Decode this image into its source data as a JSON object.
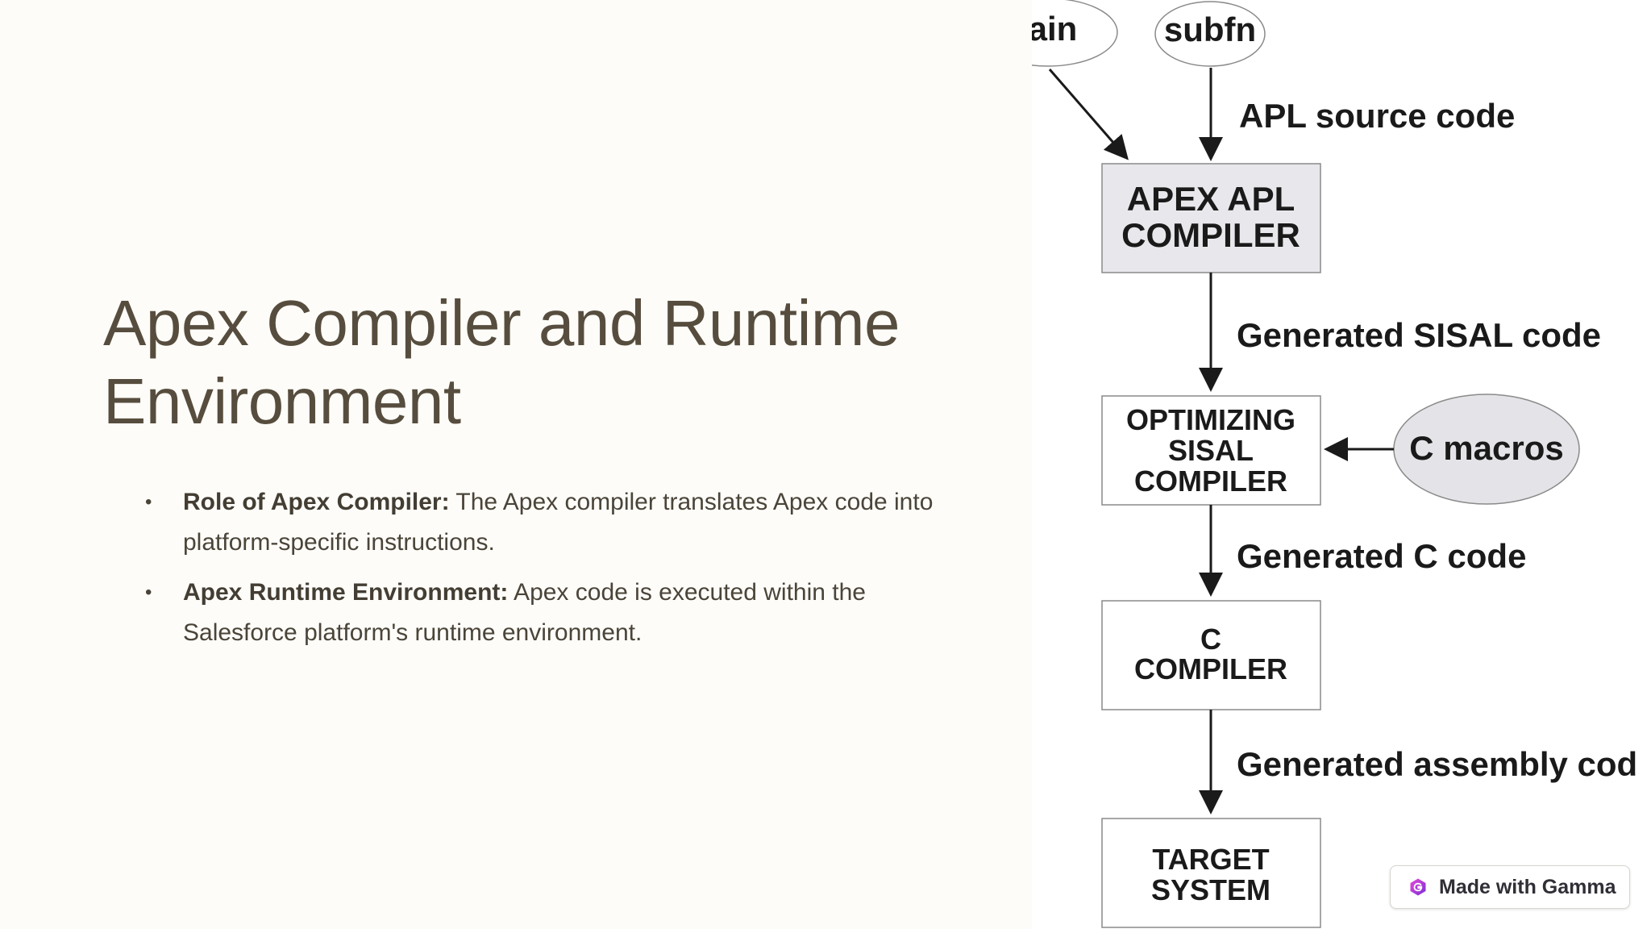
{
  "slide": {
    "title": "Apex Compiler and Runtime Environment",
    "bullets": [
      {
        "bold": "Role of Apex Compiler:",
        "text": " The Apex compiler translates Apex code into platform-specific instructions."
      },
      {
        "bold": "Apex Runtime Environment:",
        "text": " Apex code is executed within the Salesforce platform's runtime environment."
      }
    ],
    "bullet_glyph": "•"
  },
  "diagram": {
    "inputs": {
      "main": "ain",
      "subfn": "subfn"
    },
    "boxes": {
      "apex": [
        "APEX APL",
        "COMPILER"
      ],
      "sisal": [
        "OPTIMIZING",
        "SISAL",
        "COMPILER"
      ],
      "c": [
        "C",
        "COMPILER"
      ],
      "target": [
        "TARGET",
        "SYSTEM"
      ]
    },
    "macros": "C macros",
    "edge_labels": {
      "apl_source": "APL source code",
      "sisal_code": "Generated SISAL code",
      "c_code": "Generated C code",
      "assembly": "Generated assembly cod"
    },
    "colors": {
      "box_gray_fill": "#e8e8ec",
      "ellipse_fill": "#e4e4e8",
      "stroke": "#1a1a1a"
    }
  },
  "badge": {
    "label": "Made with Gamma",
    "icon": "gamma-logo-icon"
  },
  "colors": {
    "background": "#fdfcf8",
    "title": "#574d3e",
    "body": "#4a4439"
  }
}
